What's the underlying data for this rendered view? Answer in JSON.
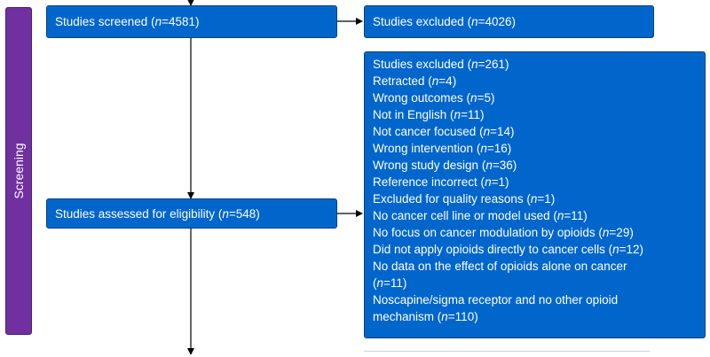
{
  "stage": {
    "label": "Screening"
  },
  "colors": {
    "box_fill": "#0066cc",
    "box_border": "#0b3f7a",
    "stage_fill": "#7030a0",
    "text": "#ffffff"
  },
  "screened": {
    "label": "Studies screened (",
    "n_label": "n",
    "value": "=4581)"
  },
  "excluded_first": {
    "label": "Studies excluded (",
    "n_label": "n",
    "value": "=4026)"
  },
  "assessed": {
    "label": "Studies assessed for eligibility (",
    "n_label": "n",
    "value": "=548)"
  },
  "excluded_second": {
    "items": [
      {
        "label": "Studies excluded (",
        "n_label": "n",
        "value": "=261)"
      },
      {
        "label": "Retracted (",
        "n_label": "n",
        "value": "=4)"
      },
      {
        "label": "Wrong outcomes (",
        "n_label": "n",
        "value": "=5)"
      },
      {
        "label": "Not in English (",
        "n_label": "n",
        "value": "=11)"
      },
      {
        "label": "Not cancer focused (",
        "n_label": "n",
        "value": "=14)"
      },
      {
        "label": "Wrong intervention (",
        "n_label": "n",
        "value": "=16)"
      },
      {
        "label": "Wrong study design (",
        "n_label": "n",
        "value": "=36)"
      },
      {
        "label": "Reference incorrect (",
        "n_label": "n",
        "value": "=1)"
      },
      {
        "label": "Excluded for quality reasons (",
        "n_label": "n",
        "value": "=1)"
      },
      {
        "label": "No cancer cell line or model used (",
        "n_label": "n",
        "value": "=11)"
      },
      {
        "label": "No focus on cancer modulation by opioids (",
        "n_label": "n",
        "value": "=29)"
      },
      {
        "label": "Did not apply opioids directly to cancer cells (",
        "n_label": "n",
        "value": "=12)"
      },
      {
        "label": "No data on the effect of opioids alone on cancer (",
        "n_label": "n",
        "value": "=11)"
      },
      {
        "label": "Noscapine/sigma receptor and no other opioid mechanism (",
        "n_label": "n",
        "value": "=110)"
      }
    ]
  }
}
